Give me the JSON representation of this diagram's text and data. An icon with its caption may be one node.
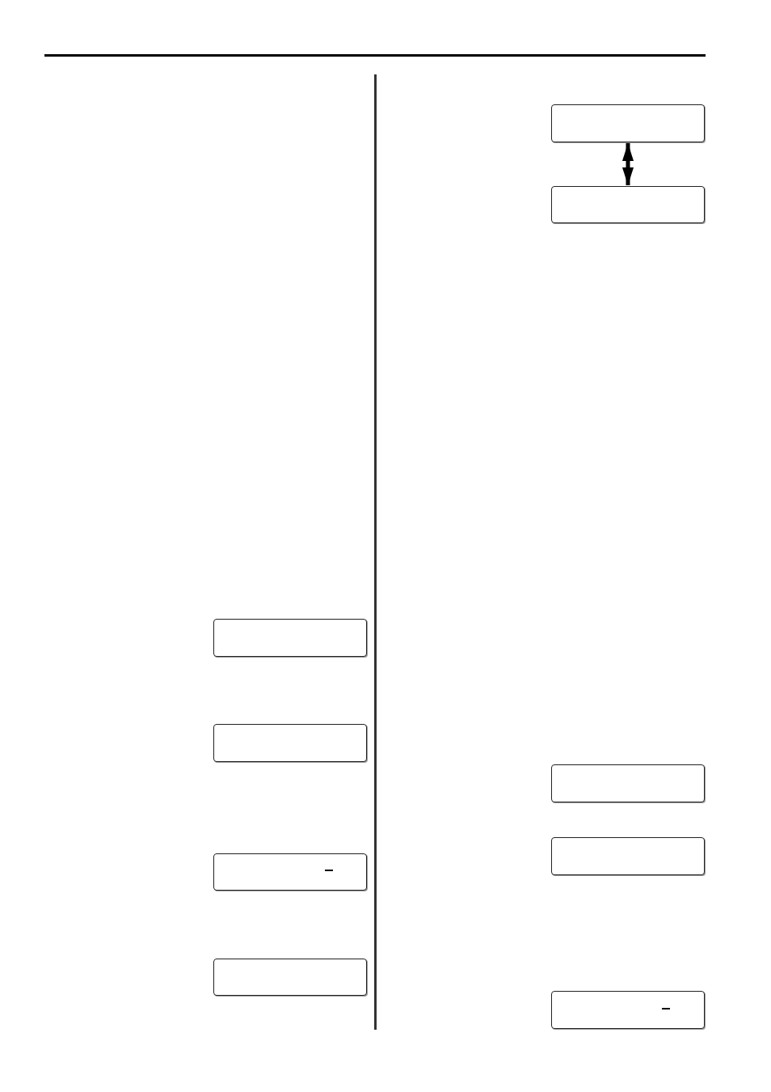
{
  "diagram": {
    "nodes": [
      {
        "text": [],
        "shape": "box"
      },
      {
        "text": [],
        "shape": "box"
      },
      {
        "text": [],
        "shape": "box"
      },
      {
        "text": [],
        "shape": "box"
      },
      {
        "text": [],
        "shape": "box"
      },
      {
        "text": [],
        "shape": "box"
      },
      {
        "text": [],
        "shape": "box"
      },
      {
        "text": [],
        "shape": "box"
      },
      {
        "text": [],
        "shape": "box"
      }
    ],
    "edges": [
      {
        "from": 4,
        "to": 5,
        "arrow": "both"
      }
    ]
  }
}
